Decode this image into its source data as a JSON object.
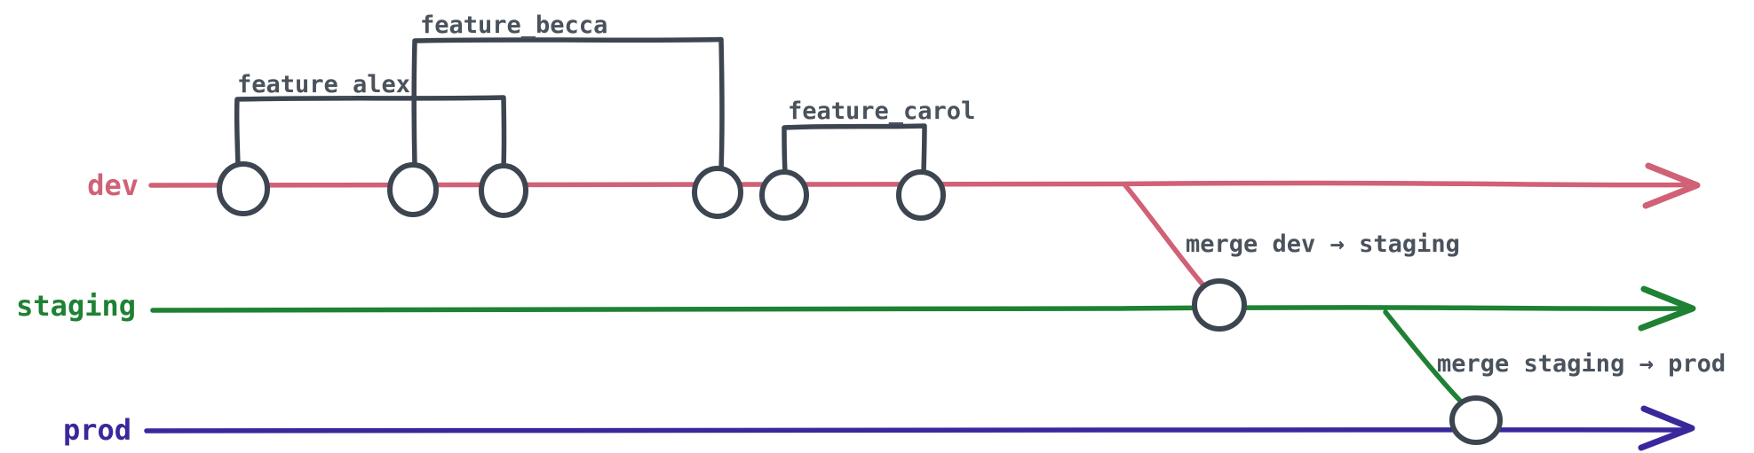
{
  "diagram": {
    "type": "git-branch-flow",
    "background": "#ffffff",
    "branches": [
      {
        "name": "dev",
        "label": "dev",
        "color": "#d06176",
        "commit_count": 6
      },
      {
        "name": "staging",
        "label": "staging",
        "color": "#1e8134",
        "commit_count": 1
      },
      {
        "name": "prod",
        "label": "prod",
        "color": "#38289c",
        "commit_count": 1
      }
    ],
    "features": [
      {
        "label": "feature_alex",
        "branch": "dev",
        "from_commit": 1,
        "to_commit": 3
      },
      {
        "label": "feature_becca",
        "branch": "dev",
        "from_commit": 2,
        "to_commit": 4
      },
      {
        "label": "feature_carol",
        "branch": "dev",
        "from_commit": 5,
        "to_commit": 6
      }
    ],
    "merges": [
      {
        "label": "merge dev → staging",
        "from": "dev",
        "to": "staging"
      },
      {
        "label": "merge staging → prod",
        "from": "staging",
        "to": "prod"
      }
    ]
  },
  "colors": {
    "ink": "#3c4550",
    "ink_text": "#4a525c",
    "node_fill": "#ffffff"
  }
}
